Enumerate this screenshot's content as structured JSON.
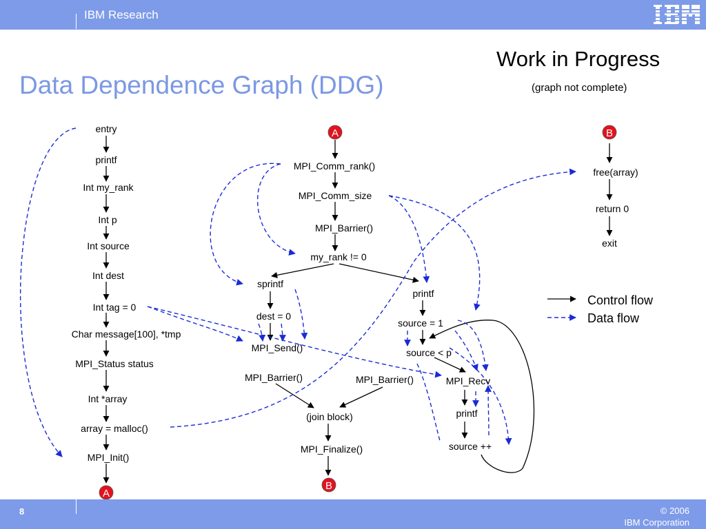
{
  "header": {
    "org": "IBM Research",
    "logo_text": "IBM"
  },
  "title": "Data Dependence Graph (DDG)",
  "status": {
    "heading": "Work in Progress",
    "note": "(graph not complete)"
  },
  "colors": {
    "accent": "#7d9be8",
    "title": "#7b98e3",
    "data_flow": "#1a2bd6",
    "badge": "#e3121e"
  },
  "nodes": {
    "entry": "entry",
    "printf1": "printf",
    "int_my_rank": "Int my_rank",
    "int_p": "Int p",
    "int_source": "Int source",
    "int_dest": "Int dest",
    "int_tag": "Int tag = 0",
    "char_message": "Char message[100], *tmp",
    "mpi_status": "MPI_Status status",
    "int_array": "Int *array",
    "array_malloc": "array = malloc()",
    "mpi_init": "MPI_Init()",
    "badge_a": "A",
    "badge_b": "B",
    "comm_rank": "MPI_Comm_rank()",
    "comm_size": "MPI_Comm_size",
    "barrier_mid": "MPI_Barrier()",
    "my_rank_ne0": "my_rank != 0",
    "sprintf": "sprintf",
    "dest_0": "dest = 0",
    "mpi_send": "MPI_Send()",
    "barrier_left": "MPI_Barrier()",
    "join_block": "(join block)",
    "mpi_finalize": "MPI_Finalize()",
    "printf_right": "printf",
    "source_1": "source = 1",
    "source_lt_p": "source < p",
    "barrier_right": "MPI_Barrier()",
    "mpi_recv": "MPI_Recv",
    "printf_inner": "printf",
    "source_inc": "source ++",
    "free_array": "free(array)",
    "return_0": "return 0",
    "exit": "exit"
  },
  "legend": {
    "control": "Control flow",
    "data": "Data flow"
  },
  "footer": {
    "page": "8",
    "copyright": "© 2006",
    "corp": "IBM Corporation"
  }
}
